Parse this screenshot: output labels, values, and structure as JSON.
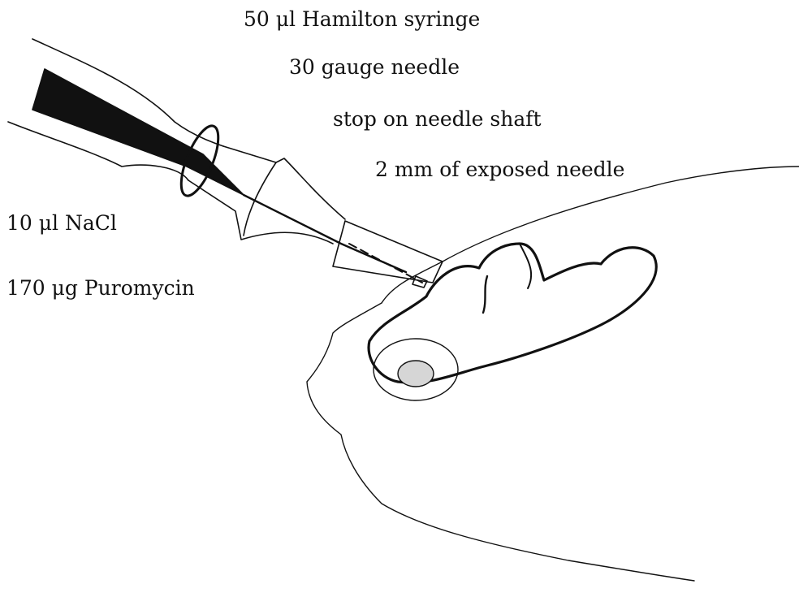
{
  "labels": {
    "syringe": "50 μl Hamilton syringe",
    "gauge": "30 gauge needle",
    "stop": "stop on needle shaft",
    "exposed": "2 mm of exposed needle",
    "volume": "10 μl NaCl",
    "dose": "170 μg Puromycin"
  },
  "colors": {
    "ink": "#111111",
    "brain_fill": "#d6d6d6"
  }
}
